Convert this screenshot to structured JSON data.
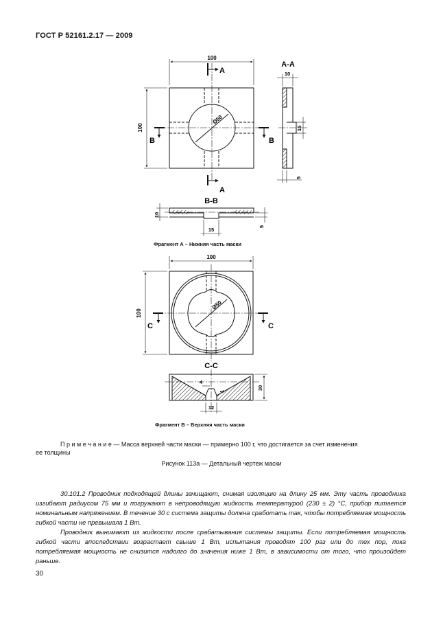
{
  "header": {
    "standard": "ГОСТ Р 52161.2.17 — 2009"
  },
  "drawing_a": {
    "dim_width": "100",
    "dim_height": "100",
    "section_aa": "А-А",
    "section_bb": "В-В",
    "label_a_top": "А",
    "label_a_bottom": "А",
    "label_b_left": "В",
    "label_b_right": "В",
    "dia": "Ø50",
    "aa_dim_top": "10",
    "aa_dim_side": "15",
    "aa_dim_bottom": "5",
    "bb_dim_left": "10",
    "bb_dim_bottom": "15",
    "bb_dim_right": "5",
    "caption": "Фрагмент А – Нижняя часть маски"
  },
  "drawing_b": {
    "dim_width": "100",
    "dim_height": "100",
    "label_c_left": "С",
    "label_c_right": "С",
    "dia": "Ø50",
    "section_cc": "С-С",
    "cc_dim_4": "4",
    "cc_dim_1": "1",
    "cc_dim_30": "30",
    "cc_dim_12": "12",
    "caption": "Фрагмент В – Верхняя часть маски"
  },
  "note": {
    "lead": "П р и м е ч а н и е",
    "text": " — Масса верхней части маски — примерно 100 г, что достигается за счет изменения",
    "tail": "ее толщины"
  },
  "figure_caption": "Рисунок 113а — Детальный чертеж маски",
  "paragraphs": {
    "p1": "30.101.2 Проводник подходящей длины зачищают, снимая изоляцию на длину 25 мм. Эту часть проводника изгибают радиусом 75 мм и погружают в непроводящую жидкость температурой (230 ± 2) °С, прибор питается номинальным напряжением. В течение 30 с система защиты должна сработать так, чтобы потребляемая мощность гибкой части не превышала 1 Вт.",
    "p2": "Проводник вынимают из жидкости после срабатывания системы защиты. Если потребляемая мощность гибкой части впоследствии возрастает свыше 1 Вт, испытания проводят 100 раз или до тех пор, пока потребляемая мощность не снизится надолго до значения ниже 1 Вт, в зависимости от того, что произойдет раньше."
  },
  "page_number": "30"
}
